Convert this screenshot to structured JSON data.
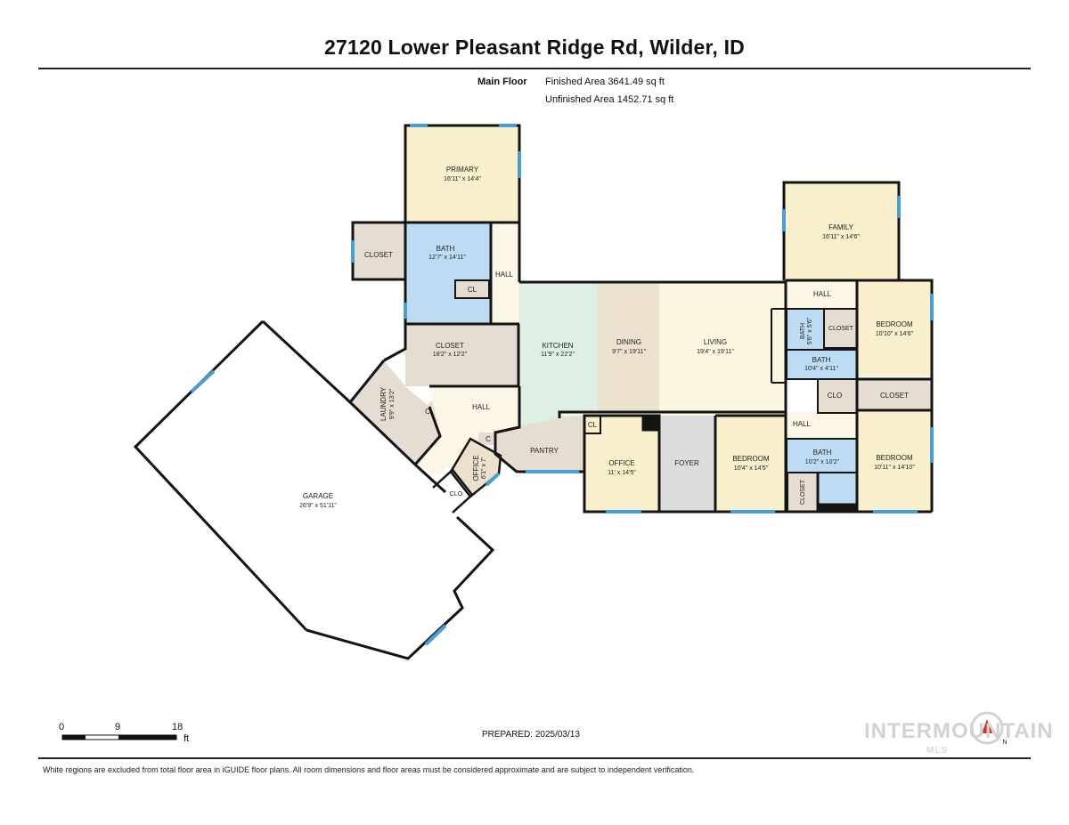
{
  "title": "27120 Lower Pleasant Ridge Rd, Wilder, ID",
  "floor_label": "Main Floor",
  "finished_area": "Finished Area 3641.49 sq ft",
  "unfinished_area": "Unfinished Area 1452.71 sq ft",
  "rooms": {
    "primary": {
      "name": "PRIMARY",
      "dims": "16'11\" x 14'4\""
    },
    "closet_primary": {
      "name": "CLOSET"
    },
    "bath_primary": {
      "name": "BATH",
      "dims": "12'7\" x 14'11\""
    },
    "cl_primary": {
      "name": "CL"
    },
    "hall_primary": {
      "name": "HALL"
    },
    "closet_main": {
      "name": "CLOSET",
      "dims": "18'2\" x 12'2\""
    },
    "laundry": {
      "name": "LAUNDRY",
      "dims": "9'9\" x 13'2\""
    },
    "c_laundry": {
      "name": "C"
    },
    "hall_mid": {
      "name": "HALL"
    },
    "c_office": {
      "name": "C"
    },
    "office_small": {
      "name": "OFFICE",
      "dims": "6'1\" x 7'"
    },
    "clo_garage": {
      "name": "CLO"
    },
    "garage": {
      "name": "GARAGE",
      "dims": "26'9\" x 51'11\""
    },
    "kitchen": {
      "name": "KITCHEN",
      "dims": "11'9\" x 22'2\""
    },
    "dining": {
      "name": "DINING",
      "dims": "9'7\" x 19'11\""
    },
    "living": {
      "name": "LIVING",
      "dims": "19'4\" x 19'11\""
    },
    "pantry": {
      "name": "PANTRY"
    },
    "cl_office": {
      "name": "CL"
    },
    "office": {
      "name": "OFFICE",
      "dims": "11' x 14'5\""
    },
    "foyer": {
      "name": "FOYER"
    },
    "family": {
      "name": "FAMILY",
      "dims": "16'11\" x 14'6\""
    },
    "hall_east": {
      "name": "HALL"
    },
    "bath_small": {
      "name": "BATH",
      "dims": "5'6\" x 5'6\""
    },
    "closet_small": {
      "name": "CLOSET"
    },
    "bedroom_ne": {
      "name": "BEDROOM",
      "dims": "10'10\" x 14'6\""
    },
    "bath_mid": {
      "name": "BATH",
      "dims": "10'4\" x 4'11\""
    },
    "clo_east": {
      "name": "CLO"
    },
    "closet_east": {
      "name": "CLOSET"
    },
    "hall_se": {
      "name": "HALL"
    },
    "bedroom_mid": {
      "name": "BEDROOM",
      "dims": "10'4\" x 14'5\""
    },
    "bath_se": {
      "name": "BATH",
      "dims": "10'2\" x 10'2\""
    },
    "closet_se": {
      "name": "CLOSET"
    },
    "bedroom_se": {
      "name": "BEDROOM",
      "dims": "10'11\" x 14'10\""
    }
  },
  "scale": {
    "t0": "0",
    "t1": "9",
    "t2": "18",
    "unit": "ft"
  },
  "prepared": "PREPARED: 2025/03/13",
  "footer": "White regions are excluded from total floor area in iGUIDE floor plans. All room dimensions and floor areas must be considered approximate and are subject to independent verification.",
  "brand": "INTERMOUNTAIN",
  "brand_sub": "MLS",
  "compass_label": "N",
  "colors": {
    "primary_room": "#faefcc",
    "bath": "#bddcf4",
    "closet": "#e5ddd1",
    "kitchen": "#def0e4",
    "dining": "#ede2cf",
    "living": "#fbf6df",
    "hall": "#fbf6e6",
    "foyer": "#dddddd",
    "window": "#4a9fd0",
    "wall": "#141414"
  }
}
